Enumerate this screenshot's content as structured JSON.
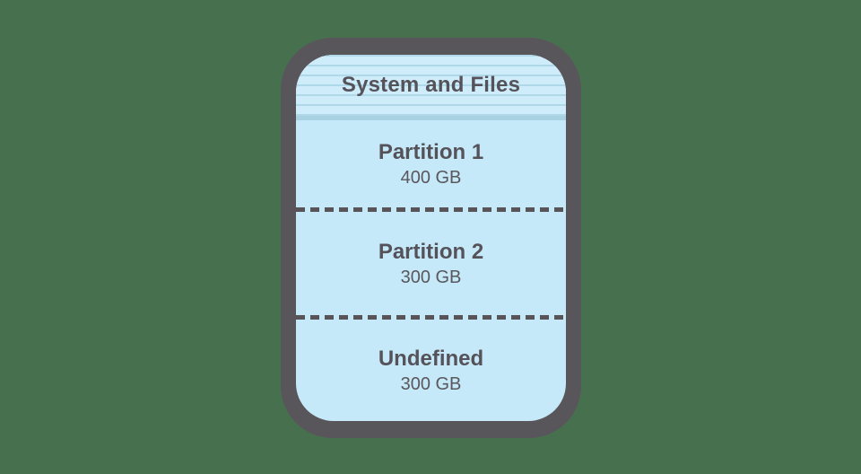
{
  "diagram": {
    "background_color": "#47704F",
    "device": {
      "border_color": "#59565B",
      "fill_color": "#C5E9F8",
      "header": {
        "label": "System and Files",
        "stripe_color": "#AFD8E8",
        "band_color": "#A8D2E2"
      },
      "sections": [
        {
          "title": "Partition 1",
          "size": "400 GB"
        },
        {
          "title": "Partition 2",
          "size": "300 GB"
        },
        {
          "title": "Undefined",
          "size": "300 GB"
        }
      ],
      "divider_style": "dashed",
      "divider_color": "#57545A",
      "text_color": "#55525A"
    }
  }
}
